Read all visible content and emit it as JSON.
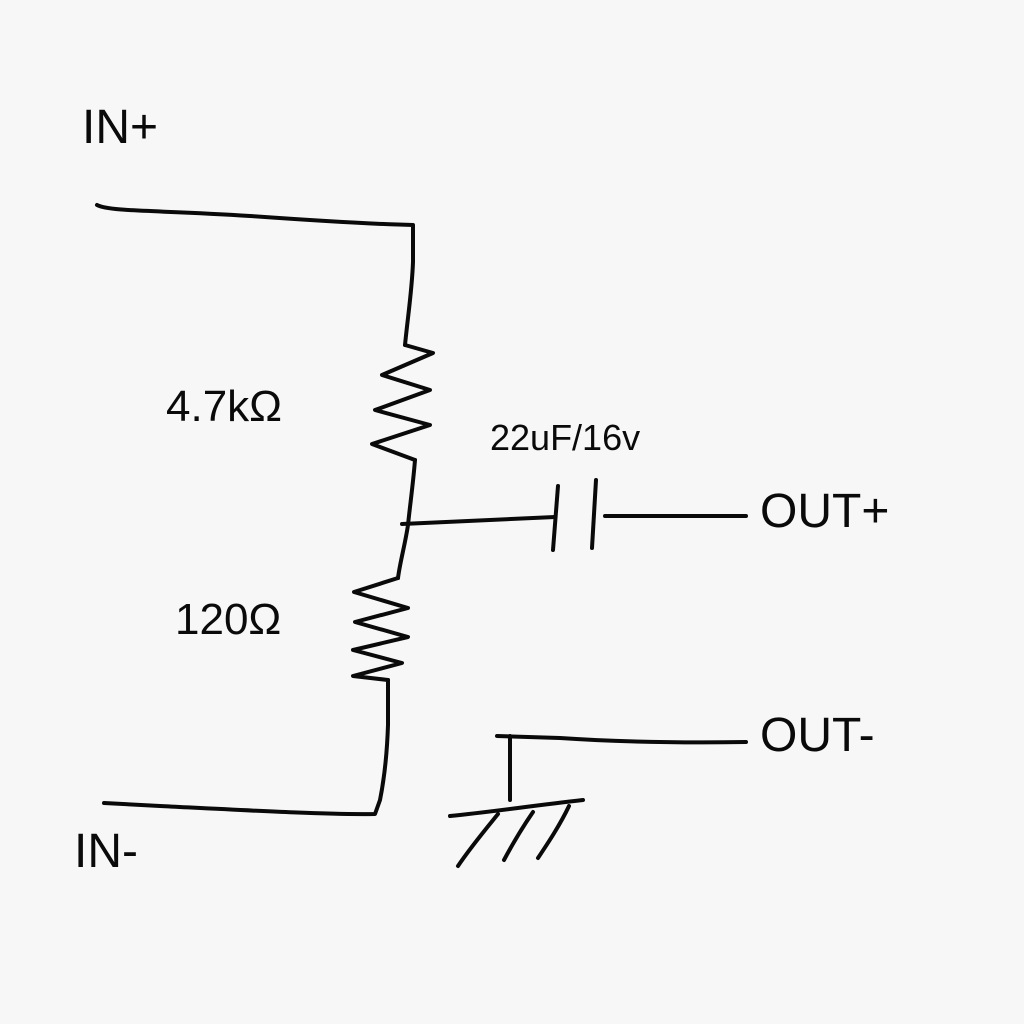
{
  "terminals": {
    "in_plus": "IN+",
    "in_minus": "IN-",
    "out_plus": "OUT+",
    "out_minus": "OUT-"
  },
  "components": {
    "resistor_top": {
      "value": "4.7kΩ"
    },
    "resistor_bottom": {
      "value": "120Ω"
    },
    "capacitor": {
      "value": "22uF/16v"
    }
  },
  "colors": {
    "background": "#f7f7f7",
    "ink": "#0a0a0a"
  }
}
